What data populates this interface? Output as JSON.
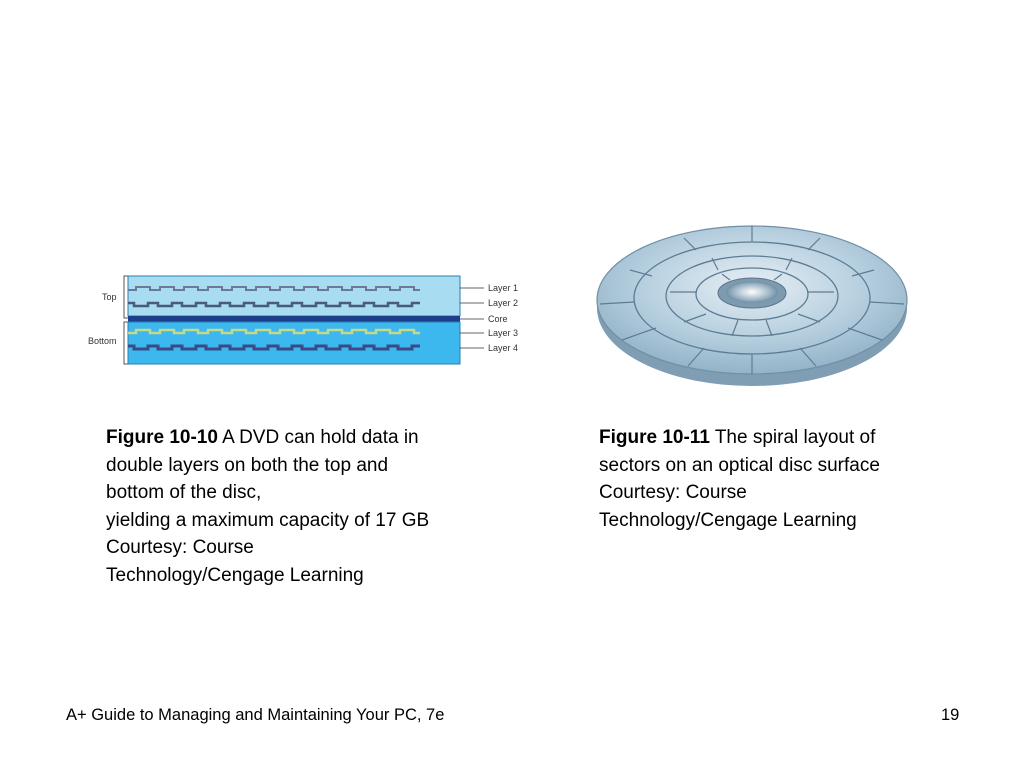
{
  "figure_10_10": {
    "side_labels": {
      "top": "Top",
      "bottom": "Bottom"
    },
    "layer_labels": [
      "Layer 1",
      "Layer 2",
      "Core",
      "Layer 3",
      "Layer 4"
    ],
    "caption": {
      "title": "Figure 10-10",
      "lines": [
        " A DVD can hold data in",
        "double layers on both the top and",
        "bottom of the disc,",
        "yielding a maximum capacity of 17 GB",
        "Courtesy: Course",
        "Technology/Cengage Learning"
      ]
    }
  },
  "figure_10_11": {
    "caption": {
      "title": "Figure 10-11",
      "lines": [
        " The spiral layout of",
        "sectors on an optical disc surface",
        "Courtesy: Course",
        "Technology/Cengage Learning"
      ]
    }
  },
  "footer": {
    "book_title": "A+ Guide to Managing and Maintaining Your PC, 7e",
    "page_number": "19"
  },
  "colors": {
    "dvd_light_blue": "#a8dcf0",
    "dvd_bright_blue": "#3cb8ee",
    "dvd_core": "#1c3f8c",
    "dvd_track_dark": "#4a5a7a",
    "dvd_track_yellow": "#c8d88a",
    "disc_blue": "#a9c6d9",
    "disc_edge": "#6f8fa6"
  }
}
